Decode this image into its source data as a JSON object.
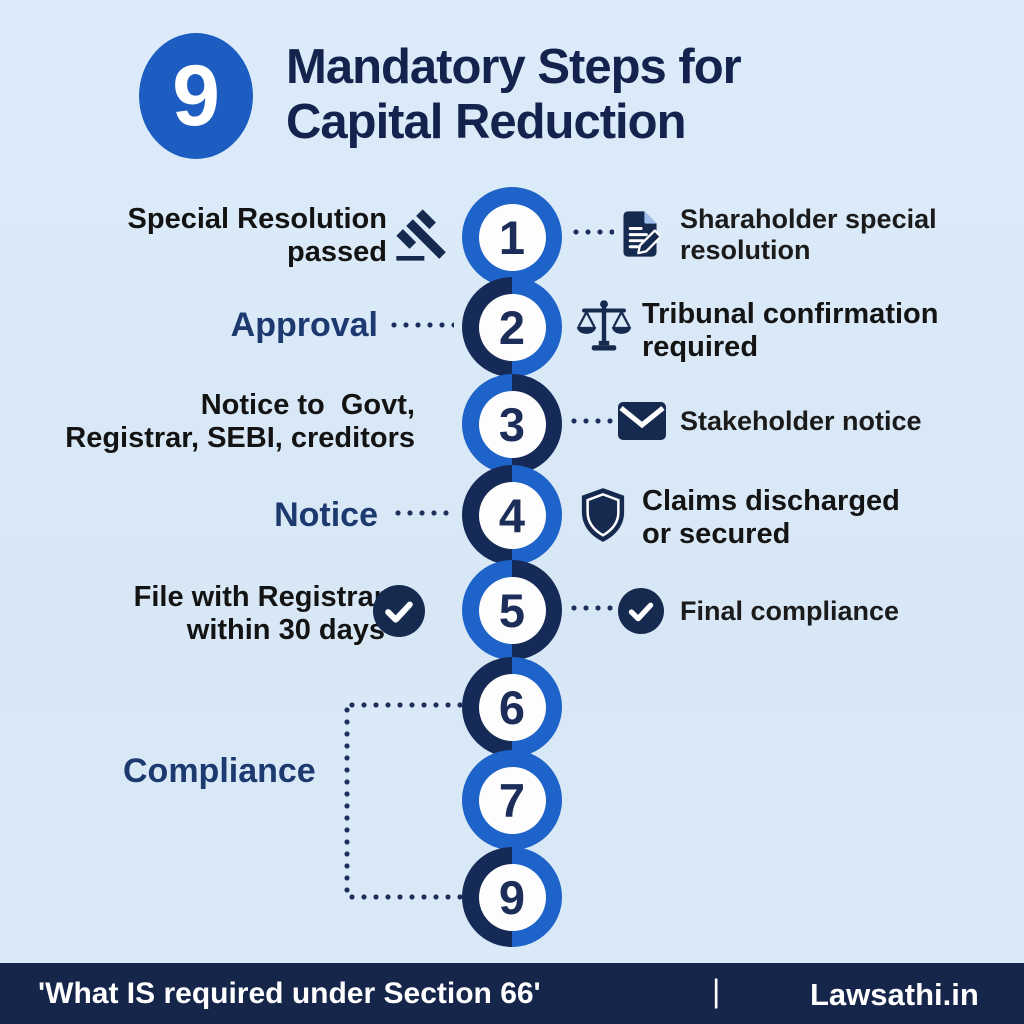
{
  "header": {
    "badge": "9",
    "title_lines": [
      "Mandatory Steps for",
      "Capital Reduction"
    ]
  },
  "chain": {
    "numbers": [
      "1",
      "2",
      "3",
      "4",
      "5",
      "6",
      "7",
      "9"
    ]
  },
  "left_labels": [
    {
      "icon": "gavel-icon",
      "lines": [
        "Special Resolution",
        "passed"
      ]
    },
    {
      "icon": null,
      "lines": [
        "Approval"
      ]
    },
    {
      "icon": null,
      "lines": [
        "Notice to  Govt,",
        "Registrar, SEBI, creditors"
      ]
    },
    {
      "icon": null,
      "lines": [
        "Notice"
      ]
    },
    {
      "icon": "check-circle-icon",
      "lines": [
        "File with Registrar",
        "within 30 days"
      ]
    },
    {
      "icon": null,
      "lines": [
        "Compliance"
      ]
    }
  ],
  "right_labels": [
    {
      "icon": "document-edit-icon",
      "lines": [
        "Sharaholder special",
        "resolution"
      ]
    },
    {
      "icon": "scales-icon",
      "lines": [
        "Tribunal confirmation",
        "required"
      ]
    },
    {
      "icon": "envelope-icon",
      "lines": [
        "Stakeholder notice"
      ]
    },
    {
      "icon": "shield-icon",
      "lines": [
        "Claims discharged",
        "or secured"
      ]
    },
    {
      "icon": "check-circle-icon",
      "lines": [
        "Final compliance"
      ]
    }
  ],
  "footer": {
    "quote": "'What IS required under Section 66'",
    "divider": "|",
    "brand": "Lawsathi.in"
  },
  "colors": {
    "background": "#d9e8f7",
    "accent_blue": "#1e63c9",
    "navy": "#16294f",
    "badge_blue": "#1d5cc1",
    "text_dark": "#131313",
    "text_navy": "#1d3a70",
    "footer_bg": "#16254a",
    "footer_text": "#ffffff"
  }
}
